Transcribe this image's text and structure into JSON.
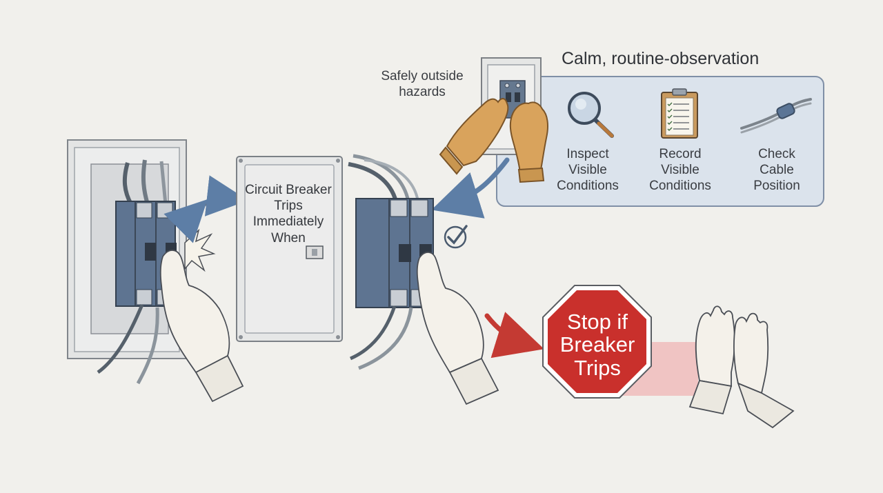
{
  "labels": {
    "heading": "Calm, routine-observation",
    "safely": "Safely outside\nhazards",
    "panel_text": "Circuit Breaker\nTrips\nImmediately\nWhen",
    "stop_sign": "Stop if\nBreaker\nTrips"
  },
  "steps": [
    {
      "label": "Inspect\nVisible\nConditions",
      "icon": "magnifier-icon"
    },
    {
      "label": "Record\nVisible\nConditions",
      "icon": "clipboard-icon"
    },
    {
      "label": "Check\nCable\nPosition",
      "icon": "cable-icon"
    }
  ],
  "colors": {
    "background": "#f1f0ec",
    "steps_box": "#dbe3ec",
    "steps_border": "#7f8fa6",
    "stop_red": "#c9302c",
    "breaker_blue": "#5e7491",
    "arrow_blue": "#5d7ea6",
    "arrow_red": "#c43a33",
    "glove": "#d9a35c"
  }
}
